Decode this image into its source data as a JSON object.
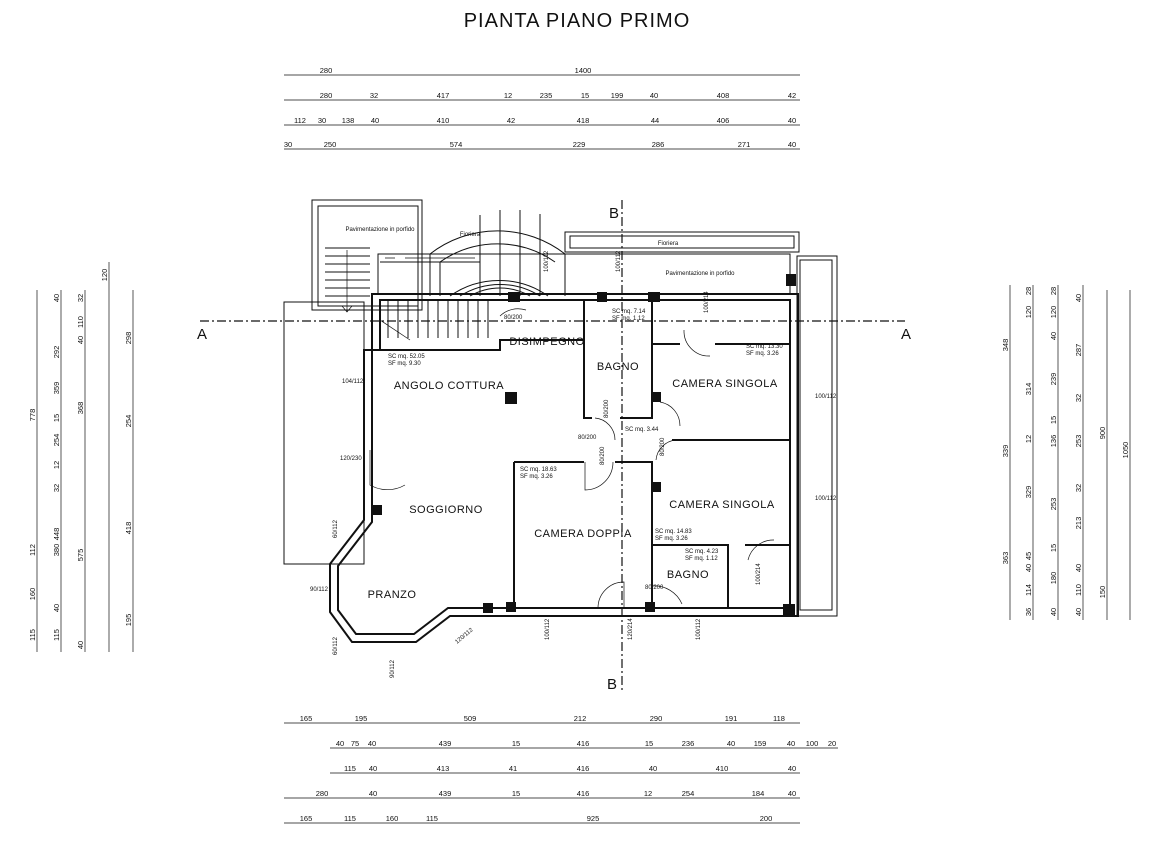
{
  "title": "PIANTA PIANO PRIMO",
  "sections": {
    "a": "A",
    "b": "B"
  },
  "rooms": {
    "angolo_cottura": "ANGOLO COTTURA",
    "disimpegno": "DISIMPEGNO",
    "bagno1": "BAGNO",
    "camera_singola1": "CAMERA SINGOLA",
    "soggiorno": "SOGGIORNO",
    "camera_doppia": "CAMERA DOPPIA",
    "camera_singola2": "CAMERA SINGOLA",
    "bagno2": "BAGNO",
    "pranzo": "PRANZO"
  },
  "labels": {
    "pav1": "Pavimentazione in porfido",
    "pav2": "Pavimentazione in porfido",
    "fioriera1": "Fioriera",
    "fioriera2": "Fioriera"
  },
  "surfaces": {
    "soggiorno_sc": "SC mq. 52.05",
    "soggiorno_sf": "SF mq. 9.30",
    "bagno_sc": "SC mq. 7.14",
    "bagno_sf": "SF mq. 1.12",
    "cam1_sc": "SC mq. 13.30",
    "cam1_sf": "SF mq. 3.26",
    "dis_sc": "SC mq. 3.44",
    "doppia_sc": "SC mq. 18.63",
    "doppia_sf": "SF mq. 3.26",
    "cam2_sc": "SC mq. 14.83",
    "cam2_sf": "SF mq. 3.26",
    "bagno2_sc": "SC mq. 4.23",
    "bagno2_sf": "SF mq. 1.12"
  },
  "openings": {
    "o1": "80/200",
    "o2": "100/112",
    "o3": "100/112",
    "o4": "100/214",
    "o5": "80/200",
    "o6": "104/112",
    "o7": "120/230",
    "o8": "80/200",
    "o9": "80/200",
    "o10": "80/200",
    "o11": "100/112",
    "o12": "100/112",
    "o13": "60/112",
    "o14": "90/112",
    "o15": "60/112",
    "o16": "90/112",
    "o17": "100/112",
    "o18": "120/214",
    "o19": "100/112",
    "o20": "100/214",
    "o21": "80/200",
    "o22": "120/112"
  },
  "dims_top": [
    [
      "280",
      "1400"
    ],
    [
      "280",
      "32",
      "417",
      "12",
      "235",
      "15",
      "199",
      "40",
      "408",
      "42"
    ],
    [
      "112",
      "30",
      "138",
      "40",
      "410",
      "42",
      "418",
      "44",
      "406",
      "40"
    ],
    [
      "30",
      "250",
      "574",
      "229",
      "286",
      "271",
      "40"
    ]
  ],
  "dims_bottom": [
    [
      "165",
      "195",
      "509",
      "212",
      "290",
      "191",
      "118"
    ],
    [
      "40",
      "75",
      "40",
      "439",
      "15",
      "416",
      "15",
      "236",
      "40",
      "159",
      "40",
      "100",
      "20"
    ],
    [
      "115",
      "40",
      "413",
      "41",
      "416",
      "40",
      "410",
      "40"
    ],
    [
      "280",
      "40",
      "439",
      "15",
      "416",
      "12",
      "254",
      "184",
      "40"
    ],
    [
      "165",
      "115",
      "160",
      "115",
      "925",
      "200"
    ]
  ],
  "dims_left": [
    [
      "778"
    ],
    [
      "115",
      "160",
      "112"
    ],
    [
      "115",
      "40",
      "380",
      "448",
      "32",
      "12",
      "254",
      "15",
      "359",
      "292",
      "40"
    ],
    [
      "40",
      "575",
      "368",
      "40",
      "110",
      "32",
      "120"
    ],
    [
      "195",
      "418",
      "254",
      "298"
    ]
  ],
  "dims_right": [
    [
      "363",
      "339",
      "348"
    ],
    [
      "36",
      "114",
      "40",
      "45",
      "329",
      "12",
      "314",
      "120",
      "28"
    ],
    [
      "40",
      "180",
      "15",
      "253",
      "136",
      "15",
      "239",
      "40",
      "120",
      "28"
    ],
    [
      "40",
      "110",
      "40",
      "213",
      "32",
      "253",
      "32",
      "287",
      "40"
    ],
    [
      "150",
      "900"
    ],
    [
      "1050"
    ]
  ]
}
